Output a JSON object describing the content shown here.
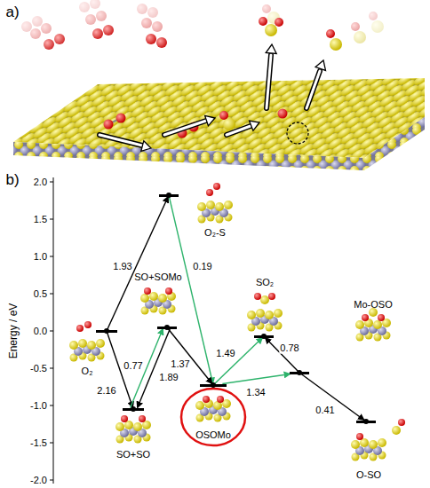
{
  "diagram": {
    "nodes": [
      {
        "text": [
          "O₂"
        ]
      },
      {
        "text": [
          "O₂-S"
        ]
      },
      {
        "text": [
          "SO+SOMo"
        ]
      },
      {
        "text": [
          "SO+SO"
        ]
      },
      {
        "text": [
          "OSOMo"
        ]
      },
      {
        "text": [
          "SO₂"
        ]
      },
      {
        "text": [
          "Mo-OSO"
        ]
      },
      {
        "text": [
          "O-SO"
        ]
      }
    ],
    "edges": [
      {
        "from": 0,
        "to": 1,
        "arrow": "to",
        "label": "1.93"
      },
      {
        "from": 0,
        "to": 3,
        "arrow": "to",
        "label": "2.16"
      },
      {
        "from": 1,
        "to": 4,
        "arrow": "to",
        "label": "0.19"
      },
      {
        "from": 3,
        "to": 2,
        "arrow": "to",
        "label": "0.77"
      },
      {
        "from": 2,
        "to": 3,
        "arrow": "to",
        "label": "1.89"
      },
      {
        "from": 2,
        "to": 4,
        "arrow": "to",
        "label": "1.37"
      },
      {
        "from": 4,
        "to": 5,
        "arrow": "to",
        "label": "1.49"
      },
      {
        "from": 6,
        "to": 5,
        "arrow": "to",
        "label": "0.78"
      },
      {
        "from": 4,
        "to": 6,
        "arrow": "to",
        "label": "1.34"
      },
      {
        "from": 6,
        "to": 7,
        "arrow": "to",
        "label": "0.41"
      }
    ],
    "labels": [
      "a)",
      "b)",
      "Energy / eV",
      "2.0",
      "1.5",
      "1.0",
      "0.5",
      "0.0",
      "-0.5",
      "-1.0",
      "-1.5",
      "-2.0"
    ]
  }
}
